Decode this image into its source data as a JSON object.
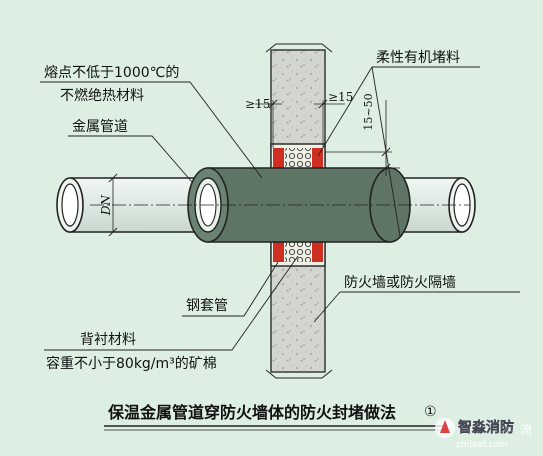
{
  "labels": {
    "insulation_line1": "熔点不低于1000℃的",
    "insulation_line2": "不燃绝热材料",
    "flexible_fill": "柔性有机堵料",
    "metal_pipe": "金属管道",
    "steel_sleeve": "钢套管",
    "fire_wall": "防火墙或防火隔墙",
    "backing_line1": "背衬材料",
    "backing_line2": "容重不小于80kg/m³的矿棉",
    "dn": "DN",
    "dim_left": "≥15",
    "dim_right": "≥15",
    "dim_gap": "15~50"
  },
  "caption": {
    "title": "保温金属管道穿防火墙体的防火封堵做法",
    "number": "①"
  },
  "watermark": {
    "brand": "智淼消防",
    "url": "zmjaxf.com",
    "extra": "流"
  },
  "colors": {
    "background": "#dcefe2",
    "insulation": "#5e7566",
    "wall": "#d3d6d0",
    "pipe": "#e3eee6",
    "sealant": "#ce2f20"
  }
}
